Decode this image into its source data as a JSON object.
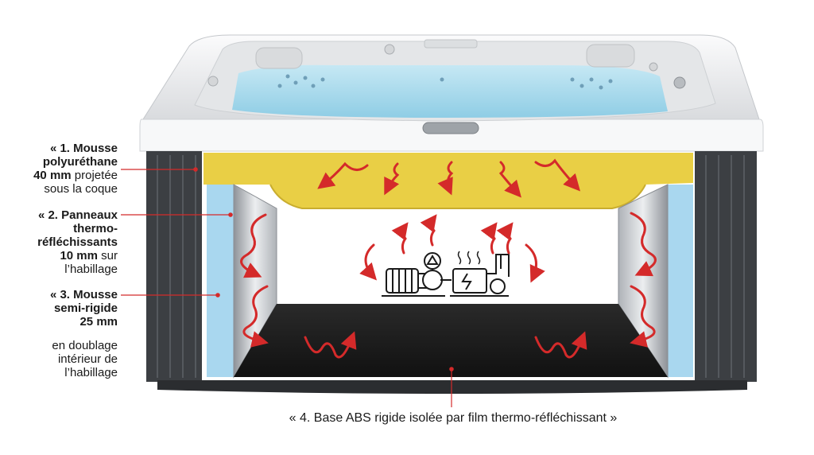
{
  "labels": {
    "l1_bold": "« 1. Mousse\npolyuréthane\n40 mm",
    "l1_rest": " projetée\nsous la coque",
    "l2_bold": "« 2. Panneaux\nthermo-\nréfléchissants\n10 mm",
    "l2_rest": " sur\nl’habillage",
    "l3_bold": "« 3. Mousse\nsemi-rigide\n25 mm",
    "l3_rest": "en doublage\nintérieur de\nl’habillage",
    "l4": "« 4. Base ABS rigide isolée par film thermo-réfléchissant »"
  },
  "colors": {
    "shell": "#f2f3f4",
    "water": "#a8d8ea",
    "foam_yellow": "#e9cf45",
    "panel_silver": "#c9ccd0",
    "foam_blue": "#a9d7ef",
    "cabinet": "#3c3f43",
    "base": "#1c1c1c",
    "arrow_red": "#d42a2a"
  },
  "icons": [
    "pump-icon",
    "heater-icon"
  ]
}
